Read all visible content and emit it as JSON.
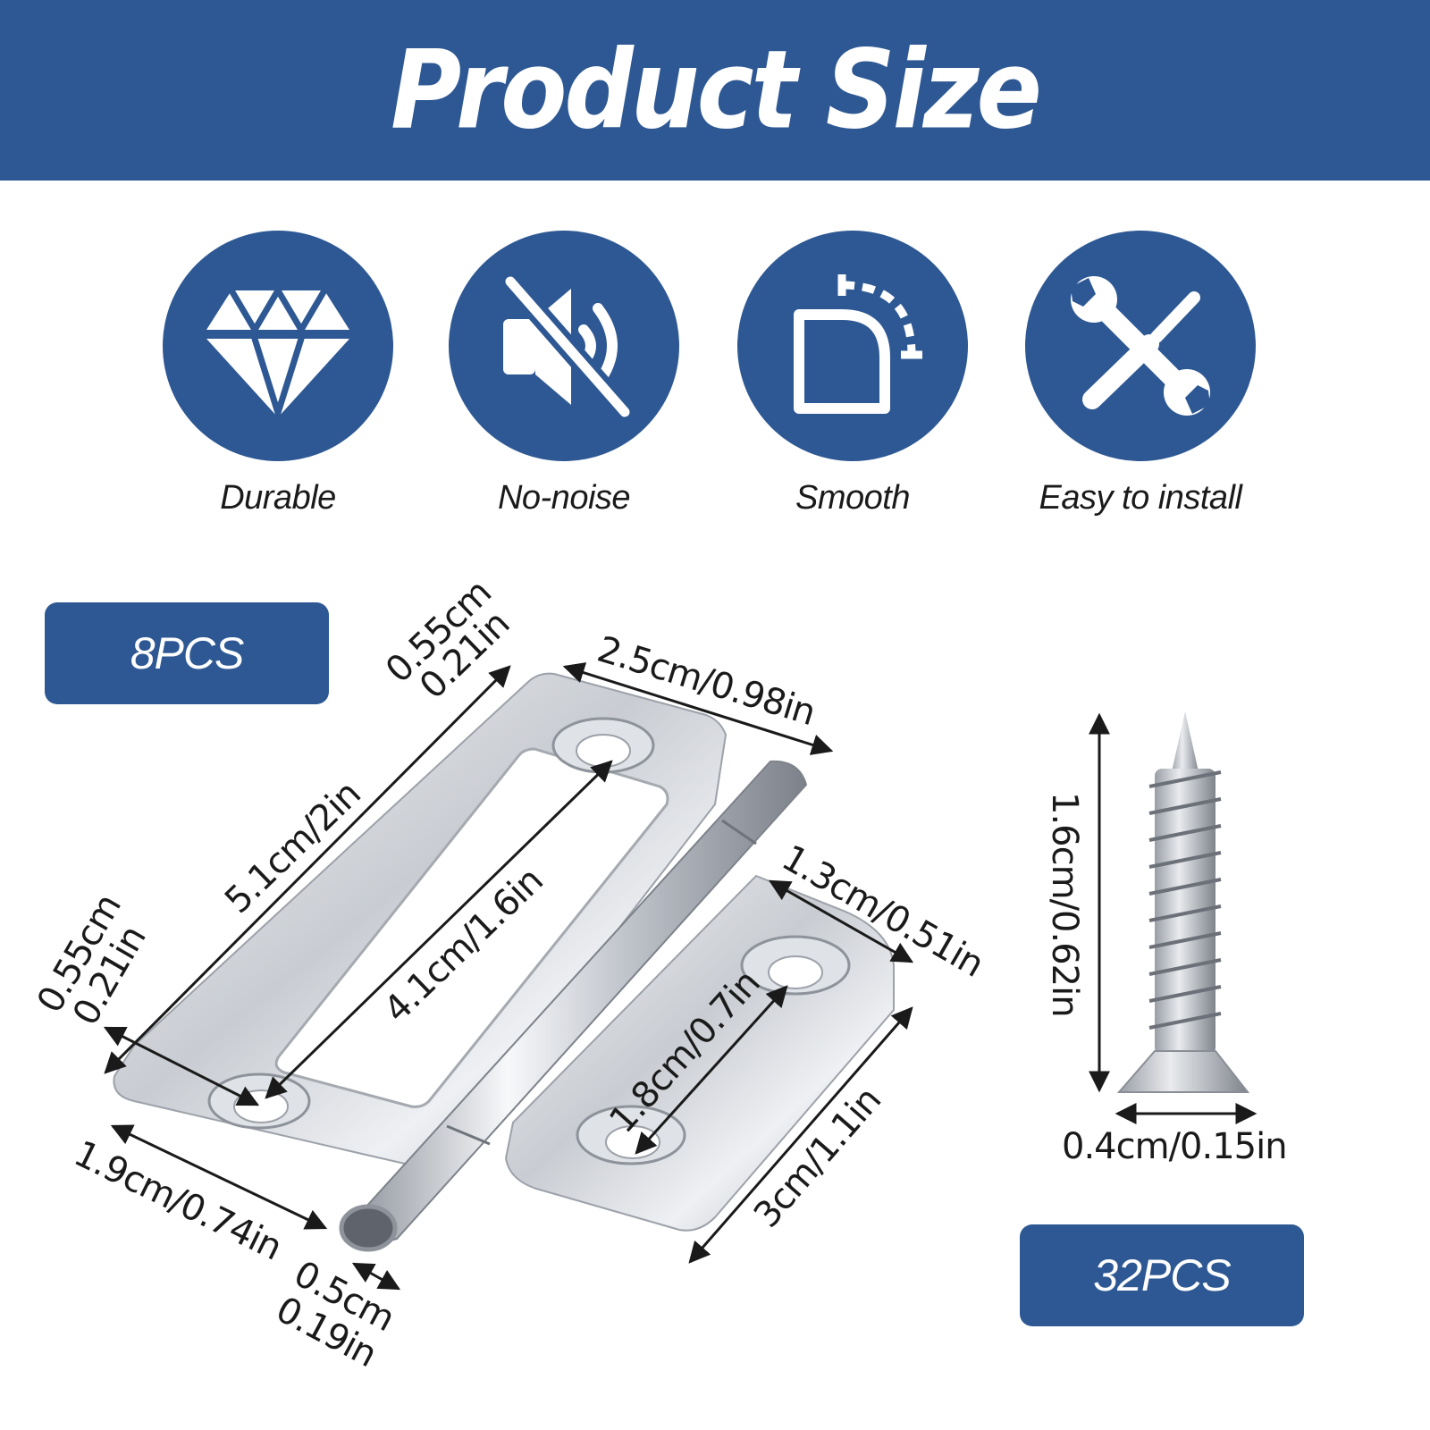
{
  "header": {
    "title": "Product Size"
  },
  "features": [
    {
      "icon": "diamond-icon",
      "label": "Durable"
    },
    {
      "icon": "mute-speaker-icon",
      "label": "No-noise"
    },
    {
      "icon": "rotation-angle-icon",
      "label": "Smooth"
    },
    {
      "icon": "wrench-screwdriver-icon",
      "label": "Easy to install"
    }
  ],
  "badges": {
    "hinge_count": "8PCS",
    "screw_count": "32PCS"
  },
  "hinge_dimensions": {
    "hole_margin_top_cm": "0.55cm",
    "hole_margin_top_in": "0.21in",
    "leaf_width": "2.5cm/0.98in",
    "leaf_length": "5.1cm/2in",
    "hole_spacing_large": "4.1cm/1.6in",
    "hole_margin_left_cm": "0.55cm",
    "hole_margin_left_in": "0.21in",
    "small_leaf_width": "1.3cm/0.51in",
    "hole_spacing_small": "1.8cm/0.7in",
    "small_leaf_length": "3cm/1.1in",
    "bottom_width": "1.9cm/0.74in",
    "knuckle_cm": "0.5cm",
    "knuckle_in": "0.19in"
  },
  "screw_dimensions": {
    "length": "1.6cm/0.62in",
    "head_width": "0.4cm/0.15in"
  },
  "colors": {
    "brand_blue": "#2e5893",
    "text_dark": "#1a1a1a"
  }
}
